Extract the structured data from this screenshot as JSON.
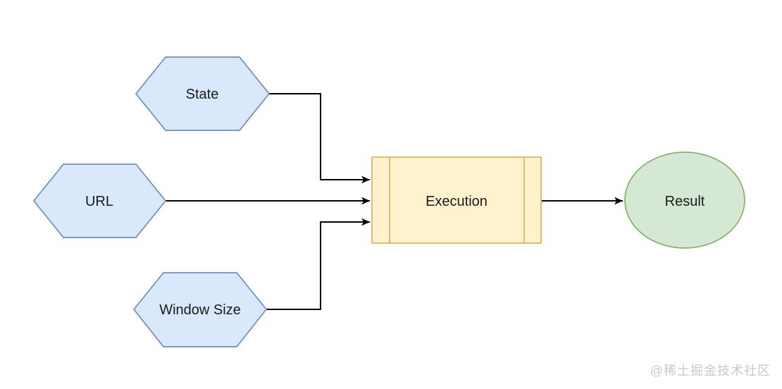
{
  "diagram": {
    "nodes": {
      "state": {
        "label": "State",
        "shape": "hexagon"
      },
      "url": {
        "label": "URL",
        "shape": "hexagon"
      },
      "window_size": {
        "label": "Window Size",
        "shape": "hexagon"
      },
      "execution": {
        "label": "Execution",
        "shape": "process"
      },
      "result": {
        "label": "Result",
        "shape": "ellipse"
      }
    },
    "edges": [
      {
        "from": "state",
        "to": "execution"
      },
      {
        "from": "url",
        "to": "execution"
      },
      {
        "from": "window_size",
        "to": "execution"
      },
      {
        "from": "execution",
        "to": "result"
      }
    ],
    "colors": {
      "input_fill": "#dae8fc",
      "input_stroke": "#6c8ebf",
      "process_fill": "#fff2cc",
      "process_stroke": "#d6b656",
      "result_fill": "#d5e8d4",
      "result_stroke": "#82b366",
      "connector": "#000000",
      "label_text": "#1a1a1a",
      "background": "#ffffff",
      "watermark_text": "#c8c8c8"
    },
    "watermark": "@稀土掘金技术社区"
  }
}
